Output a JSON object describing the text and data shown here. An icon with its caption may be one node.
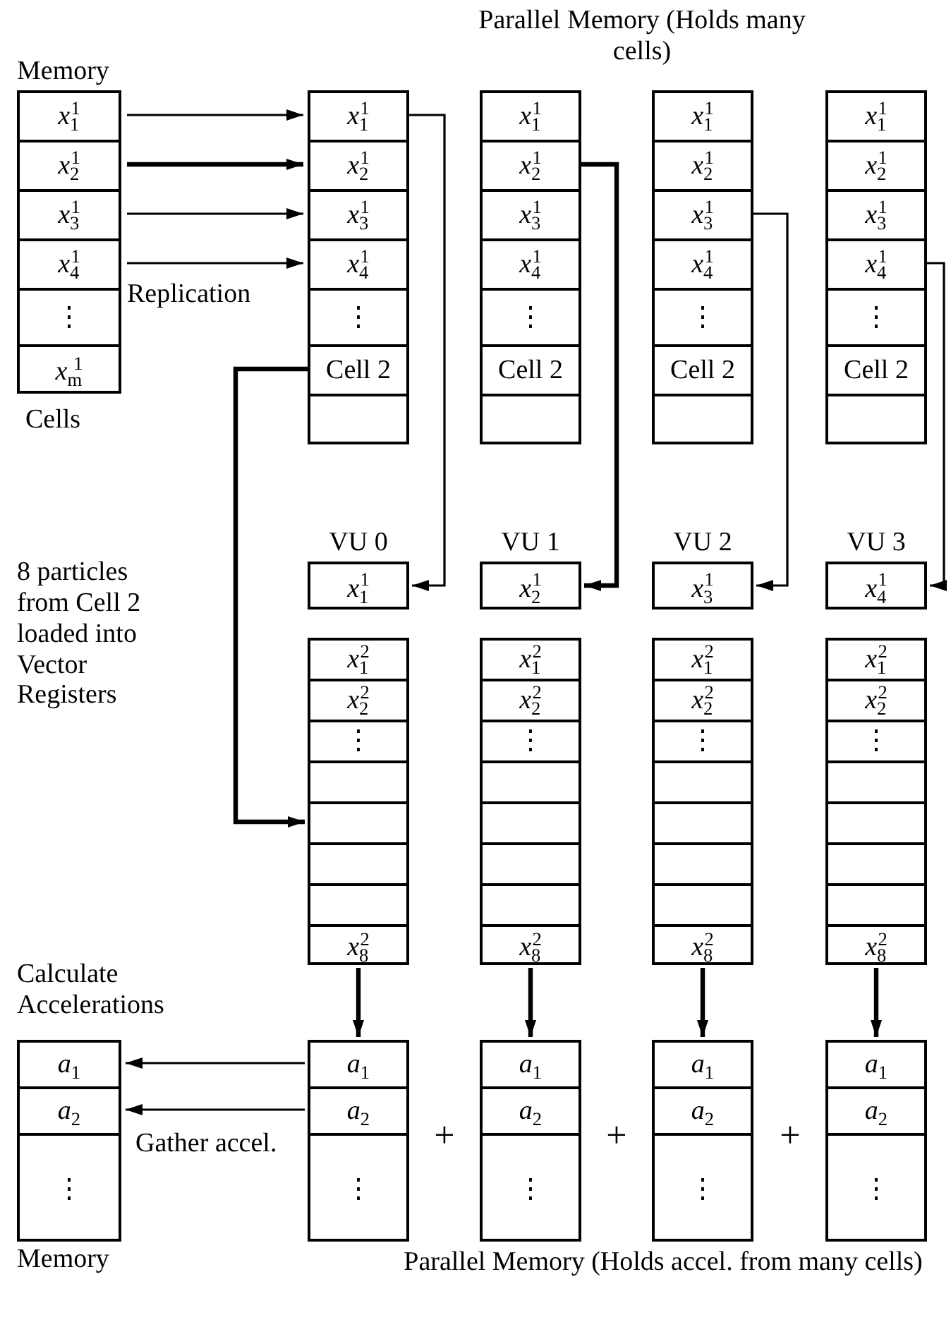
{
  "diagram": {
    "nodes": [
      {
        "text": [
          "Memory",
          "*x*$_{1}$$^{1}$",
          "*x*$_{2}$$^{1}$",
          "*x*$_{3}$$^{1}$",
          "*x*$_{4}$$^{1}$",
          "⋮",
          "*x*$_{m}$$^{1}$"
        ],
        "beside": [
          "Cells"
        ]
      },
      {
        "text": [
          "*x*$_{1}$$^{1}$",
          "*x*$_{2}$$^{1}$",
          "*x*$_{3}$$^{1}$",
          "*x*$_{4}$$^{1}$",
          "⋮",
          "Cell 2"
        ]
      },
      {
        "text": [
          "*x*$_{1}$$^{1}$",
          "*x*$_{2}$$^{1}$",
          "*x*$_{3}$$^{1}$",
          "*x*$_{4}$$^{1}$",
          "⋮",
          "Cell 2"
        ]
      },
      {
        "text": [
          "*x*$_{1}$$^{1}$",
          "*x*$_{2}$$^{1}$",
          "*x*$_{3}$$^{1}$",
          "*x*$_{4}$$^{1}$",
          "⋮",
          "Cell 2"
        ]
      },
      {
        "text": [
          "*x*$_{1}$$^{1}$",
          "*x*$_{2}$$^{1}$",
          "*x*$_{3}$$^{1}$",
          "*x*$_{4}$$^{1}$",
          "⋮",
          "Cell 2"
        ]
      },
      {
        "text": [
          "VU 0",
          "*x*$_{1}$$^{1}$"
        ]
      },
      {
        "text": [
          "VU 1",
          "*x*$_{2}$$^{1}$"
        ]
      },
      {
        "text": [
          "VU 2",
          "*x*$_{3}$$^{1}$"
        ]
      },
      {
        "text": [
          "VU 3",
          "*x*$_{4}$$^{1}$"
        ]
      },
      {
        "text": [
          "*x*$_{1}$$^{2}$",
          "*x*$_{2}$$^{2}$",
          "⋮",
          "*x*$_{8}$$^{2}$"
        ]
      },
      {
        "text": [
          "*x*$_{1}$$^{2}$",
          "*x*$_{2}$$^{2}$",
          "⋮",
          "*x*$_{8}$$^{2}$"
        ]
      },
      {
        "text": [
          "*x*$_{1}$$^{2}$",
          "*x*$_{2}$$^{2}$",
          "⋮",
          "*x*$_{8}$$^{2}$"
        ]
      },
      {
        "text": [
          "*x*$_{1}$$^{2}$",
          "*x*$_{2}$$^{2}$",
          "⋮",
          "*x*$_{8}$$^{2}$"
        ]
      },
      {
        "text": [
          "*a*$_{1}$",
          "*a*$_{2}$",
          "⋮"
        ]
      },
      {
        "text": [
          "*a*$_{1}$",
          "*a*$_{2}$",
          "⋮"
        ]
      },
      {
        "text": [
          "*a*$_{1}$",
          "*a*$_{2}$",
          "⋮"
        ]
      },
      {
        "text": [
          "*a*$_{1}$",
          "*a*$_{2}$",
          "⋮"
        ]
      },
      {
        "text": [
          "*a*$_{1}$",
          "*a*$_{2}$",
          "⋮",
          "Memory"
        ]
      }
    ],
    "edges": [
      {
        "from": 0,
        "to": 1,
        "arrow": "to"
      },
      {
        "from": 0,
        "to": 1,
        "arrow": "to",
        "style": "thick"
      },
      {
        "from": 0,
        "to": 1,
        "arrow": "to"
      },
      {
        "from": 0,
        "to": 1,
        "arrow": "to"
      },
      {
        "from": 1,
        "to": 5,
        "arrow": "to"
      },
      {
        "from": 2,
        "to": 6,
        "arrow": "to",
        "style": "thick"
      },
      {
        "from": 3,
        "to": 7,
        "arrow": "to"
      },
      {
        "from": 4,
        "to": 8,
        "arrow": "to"
      },
      {
        "from": 1,
        "to": 9,
        "arrow": "to",
        "style": "thick"
      },
      {
        "from": 9,
        "to": 13,
        "arrow": "to",
        "style": "thick"
      },
      {
        "from": 10,
        "to": 14,
        "arrow": "to",
        "style": "thick"
      },
      {
        "from": 11,
        "to": 15,
        "arrow": "to",
        "style": "thick"
      },
      {
        "from": 12,
        "to": 16,
        "arrow": "to",
        "style": "thick"
      },
      {
        "from": 13,
        "to": 17,
        "arrow": "to"
      },
      {
        "from": 13,
        "to": 17,
        "arrow": "to"
      }
    ],
    "labels": [
      "Parallel Memory (Holds many cells)",
      "Replication",
      "8 particles from Cell 2 loaded into Vector Registers",
      "Calculate Accelerations",
      "Gather accel.",
      "+",
      "+",
      "+",
      "Parallel Memory (Holds accel. from many cells)"
    ]
  }
}
